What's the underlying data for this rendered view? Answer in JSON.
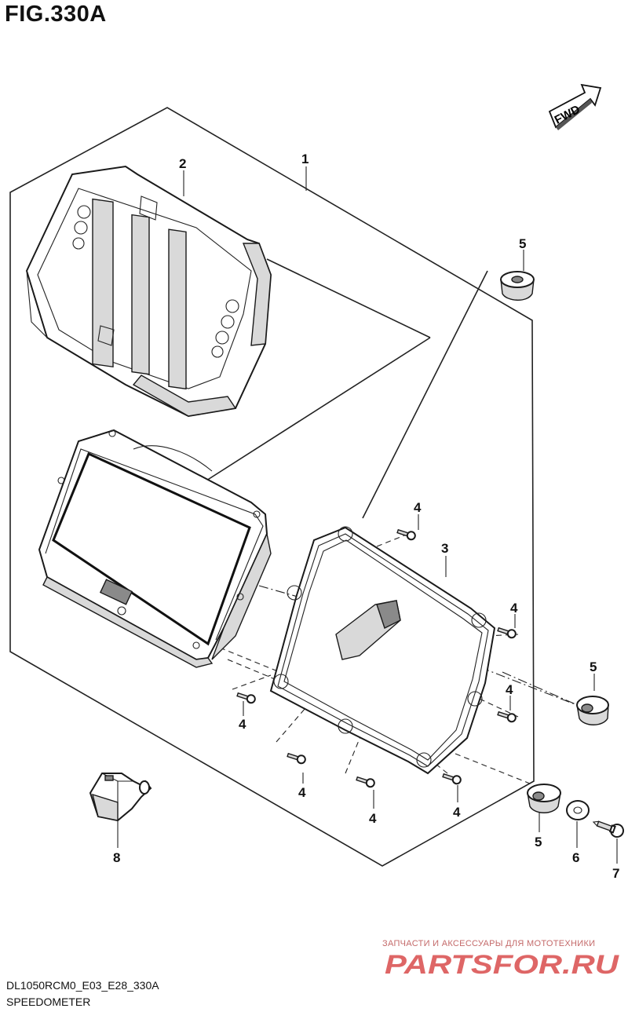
{
  "figure": {
    "title": "FIG.330A"
  },
  "orientation": {
    "label": "FWD",
    "icon": "forward-arrow-icon"
  },
  "callouts": {
    "c1": "1",
    "c2": "2",
    "c3": "3",
    "c4a": "4",
    "c4b": "4",
    "c4c": "4",
    "c4d": "4",
    "c4e": "4",
    "c4f": "4",
    "c4g": "4",
    "c5a": "5",
    "c5b": "5",
    "c5c": "5",
    "c6": "6",
    "c7": "7",
    "c8": "8"
  },
  "watermark": {
    "subtitle": "ЗАПЧАСТИ И АКСЕССУАРЫ ДЛЯ МОТОТЕХНИКИ",
    "logo_text": "PARTSFOR.RU",
    "color": "#d94c4c"
  },
  "footer": {
    "model_code": "DL1050RCM0_E03_E28_330A",
    "caption": "SPEEDOMETER"
  }
}
